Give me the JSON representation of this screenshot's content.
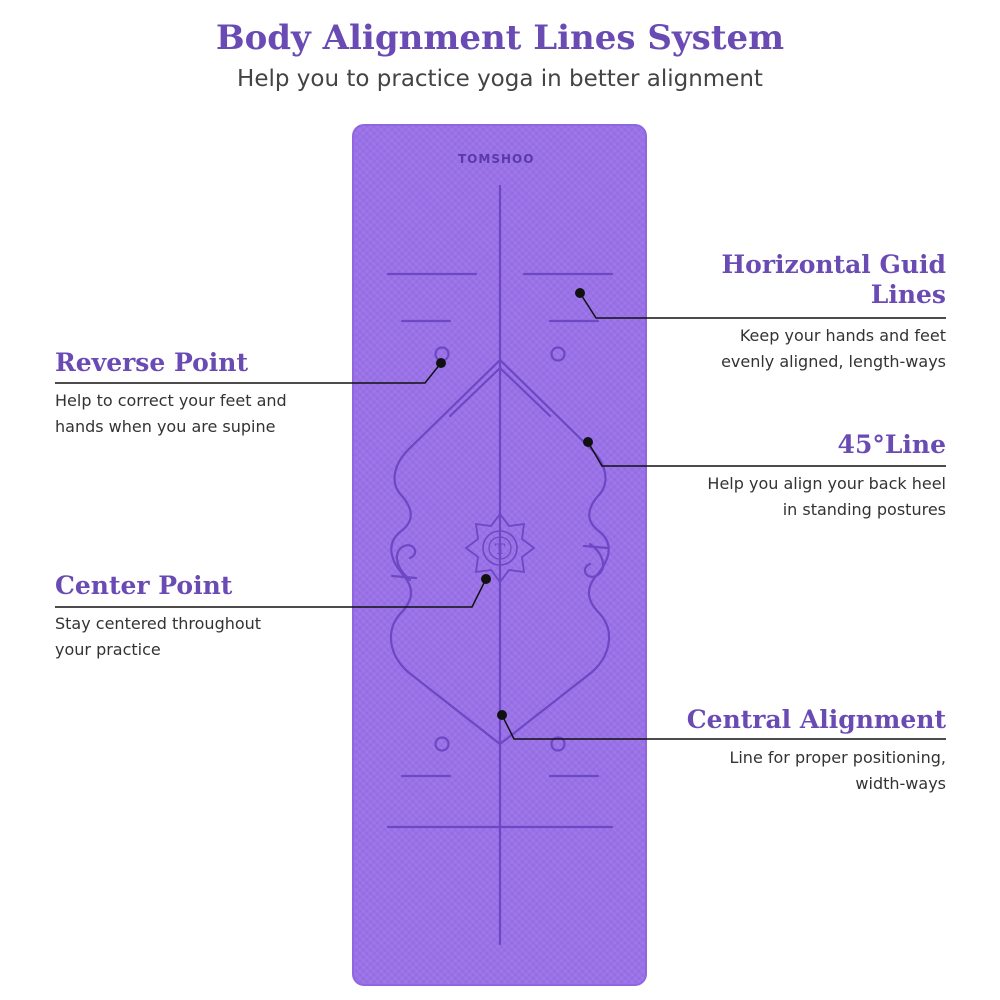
{
  "title": "Body Alignment Lines System",
  "subtitle": "Help you to practice yoga in better alignment",
  "mat": {
    "brand": "TOMSHOO",
    "color": "#9a71e9",
    "line_color": "#6d48c4"
  },
  "callouts": {
    "horizontal": {
      "heading_line1": "Horizontal Guid",
      "heading_line2": "Lines",
      "desc_line1": "Keep your hands and feet",
      "desc_line2": "evenly aligned, length-ways"
    },
    "reverse": {
      "heading": "Reverse Point",
      "desc_line1": "Help to correct your feet and",
      "desc_line2": "hands when you are supine"
    },
    "line45": {
      "heading": "45°Line",
      "desc_line1": "Help you align your back heel",
      "desc_line2": "in standing postures"
    },
    "center": {
      "heading": "Center Point",
      "desc_line1": "Stay centered throughout",
      "desc_line2": "your practice"
    },
    "central": {
      "heading": "Central Alignment",
      "desc_line1": "Line for proper positioning,",
      "desc_line2": "width-ways"
    }
  },
  "colors": {
    "heading": "#6a4bb4",
    "text": "#333333",
    "subtitle": "#444444",
    "leader": "#111111"
  }
}
